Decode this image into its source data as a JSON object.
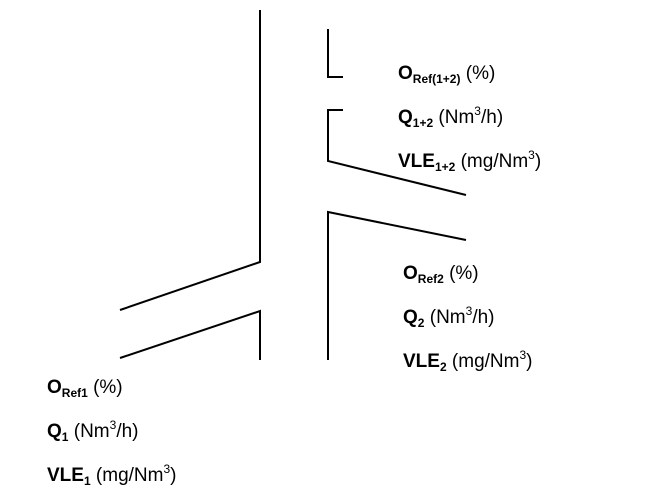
{
  "diagram": {
    "line_color": "#000000",
    "background": "#ffffff"
  },
  "combined": {
    "o_ref": {
      "symbol": "O",
      "sub": "Ref(1+2)",
      "unit": " (%)"
    },
    "flow": {
      "symbol": "Q",
      "sub": "1+2",
      "unit_pre": " (Nm",
      "unit_sup": "3",
      "unit_post": "/h)"
    },
    "vle": {
      "symbol": "VLE",
      "sub": "1+2",
      "unit_pre": " (mg/Nm",
      "unit_sup": "3",
      "unit_post": ")"
    }
  },
  "branch2": {
    "o_ref": {
      "symbol": "O",
      "sub": "Ref2",
      "unit": " (%)"
    },
    "flow": {
      "symbol": "Q",
      "sub": "2",
      "unit_pre": " (Nm",
      "unit_sup": "3",
      "unit_post": "/h)"
    },
    "vle": {
      "symbol": "VLE",
      "sub": "2",
      "unit_pre": " (mg/Nm",
      "unit_sup": "3",
      "unit_post": ")"
    }
  },
  "branch1": {
    "o_ref": {
      "symbol": "O",
      "sub": "Ref1",
      "unit": " (%)"
    },
    "flow": {
      "symbol": "Q",
      "sub": "1",
      "unit_pre": " (Nm",
      "unit_sup": "3",
      "unit_post": "/h)"
    },
    "vle": {
      "symbol": "VLE",
      "sub": "1",
      "unit_pre": " (mg/Nm",
      "unit_sup": "3",
      "unit_post": ")"
    }
  }
}
